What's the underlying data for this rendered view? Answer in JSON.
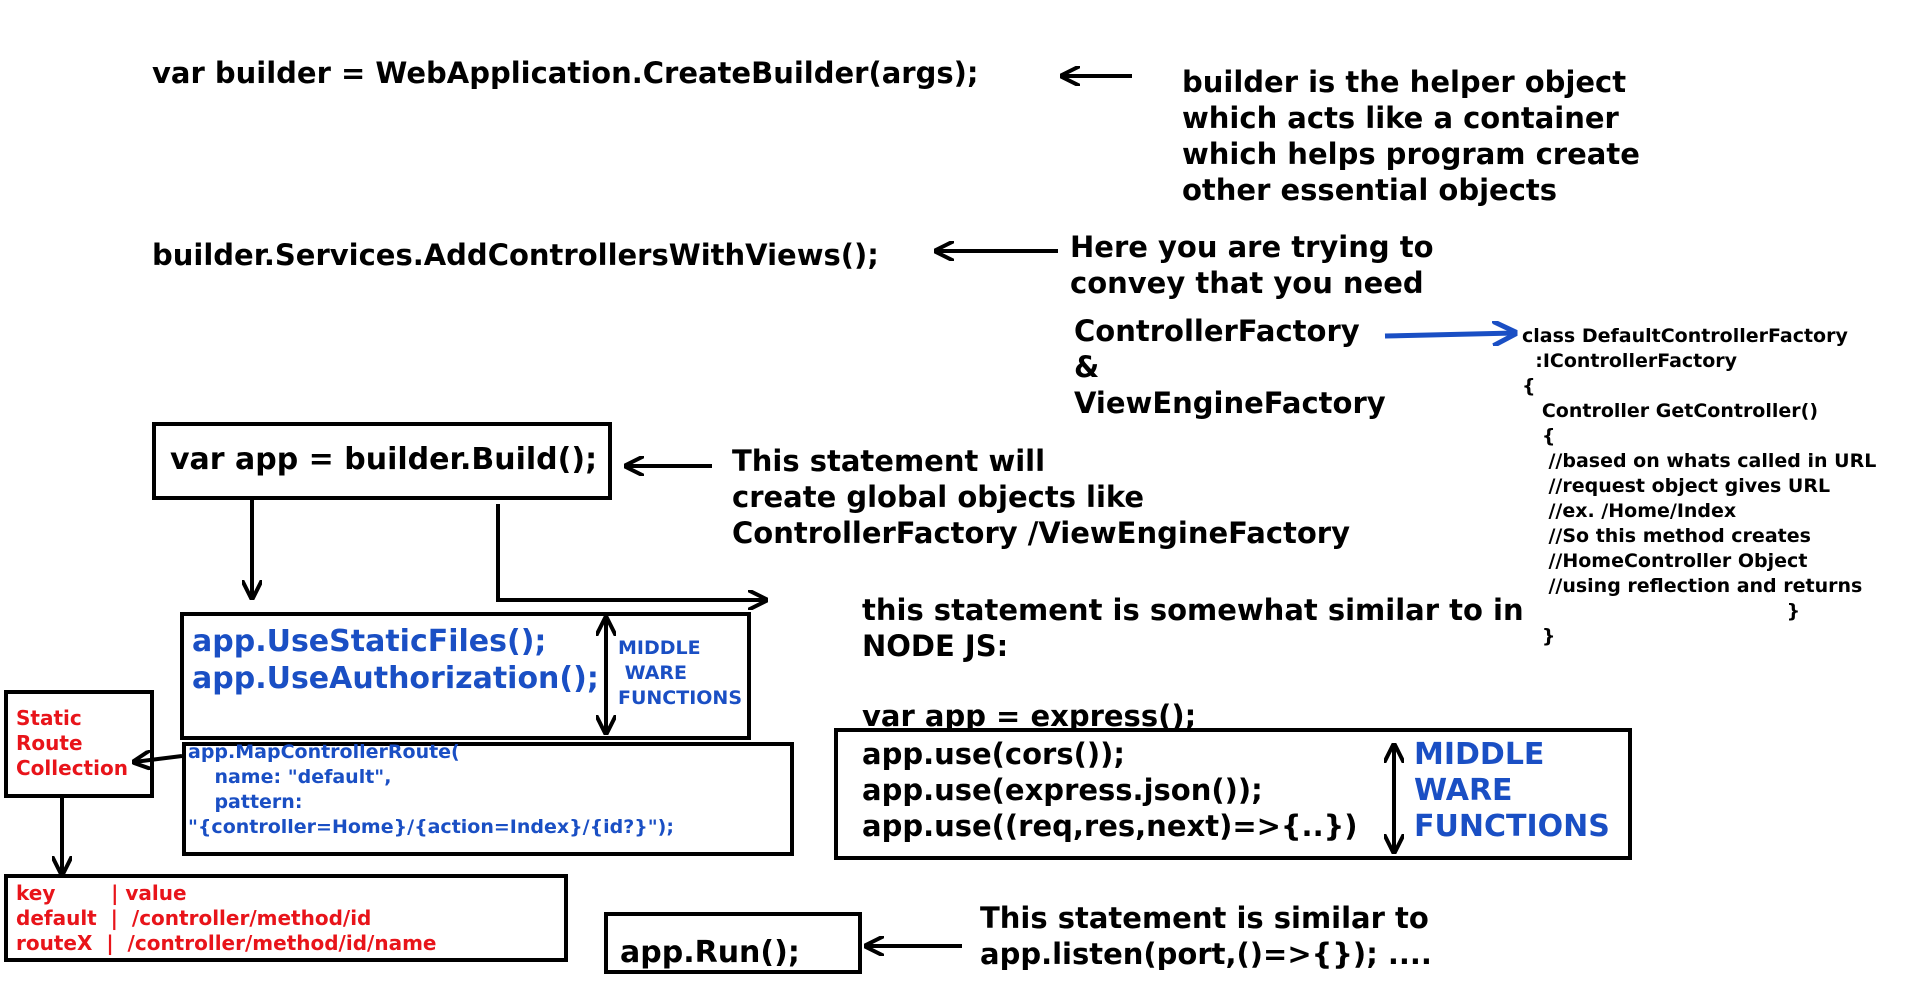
{
  "code": {
    "builder_line": "var builder = WebApplication.CreateBuilder(args);",
    "services_line": "builder.Services.AddControllersWithViews();",
    "build_line": "var app = builder.Build();",
    "middleware_lines": "app.UseStaticFiles();\napp.UseAuthorization();",
    "map_route_lines": "app.MapControllerRoute(\n    name: \"default\",\n    pattern:\n\"{controller=Home}/{action=Index}/{id?}\");",
    "run_line": "app.Run();"
  },
  "notes": {
    "builder_note": "builder is the helper object\nwhich acts like a container\nwhich helps program create\nother essential objects",
    "services_note": "Here you are trying to\nconvey that you need",
    "factories": "ControllerFactory\n&\nViewEngineFactory",
    "build_note": "This statement will\ncreate global objects like\nControllerFactory /ViewEngineFactory",
    "node_intro": "this statement is somewhat similar to in\nNODE JS:",
    "node_express": "var app = express();",
    "node_use_lines": "app.use(cors());\napp.use(express.json());\napp.use((req,res,next)=>{..})",
    "run_note": "This statement is similar to\napp.listen(port,()=>{}); ...."
  },
  "labels": {
    "middleware_small": "MIDDLE\n WARE\nFUNCTIONS",
    "middleware_large": "MIDDLE\nWARE\nFUNCTIONS",
    "static_route": "Static\nRoute\nCollection",
    "route_table": "key        | value\ndefault  |  /controller/method/id\nrouteX  |  /controller/method/id/name"
  },
  "factory_class": "class DefaultControllerFactory\n  :IControllerFactory\n{\n   Controller GetController()\n   {\n    //based on whats called in URL\n    //request object gives URL\n    //ex. /Home/Index\n    //So this method creates\n    //HomeController Object\n    //using reflection and returns\n                                        }\n   }",
  "colors": {
    "code_blue": "#1a4fc4",
    "label_red": "#e8141a",
    "arrow_blue": "#1a4fc4",
    "ink": "#000000"
  }
}
